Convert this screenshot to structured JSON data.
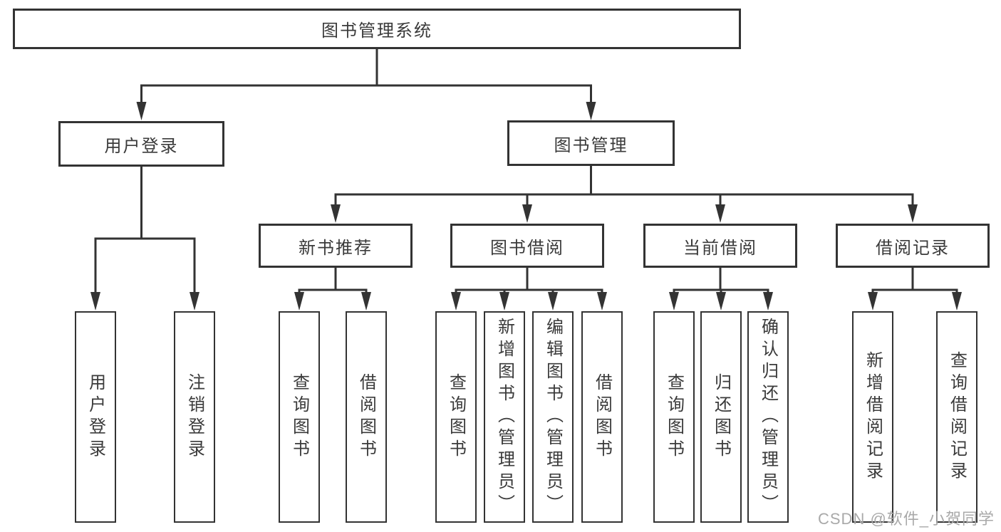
{
  "tree": {
    "root": "图书管理系统",
    "branches": [
      {
        "label": "用户登录",
        "children": [
          "用户登录",
          "注销登录"
        ]
      },
      {
        "label": "图书管理",
        "sections": [
          {
            "label": "新书推荐",
            "children": [
              "查询图书",
              "借阅图书"
            ]
          },
          {
            "label": "图书借阅",
            "children": [
              "查询图书",
              "新增图书（管理员）",
              "编辑图书（管理员）",
              "借阅图书"
            ]
          },
          {
            "label": "当前借阅",
            "children": [
              "查询图书",
              "归还图书",
              "确认归还（管理员）"
            ]
          },
          {
            "label": "借阅记录",
            "children": [
              "新增借阅记录",
              "查询借阅记录"
            ]
          }
        ]
      }
    ]
  },
  "watermark": {
    "text": "CSDN @软件_小贺同学"
  },
  "colors": {
    "line": "#333333",
    "box_border": "#333333",
    "text": "#3a3a3a",
    "background": "#ffffff",
    "watermark": "#a9a9a9"
  }
}
